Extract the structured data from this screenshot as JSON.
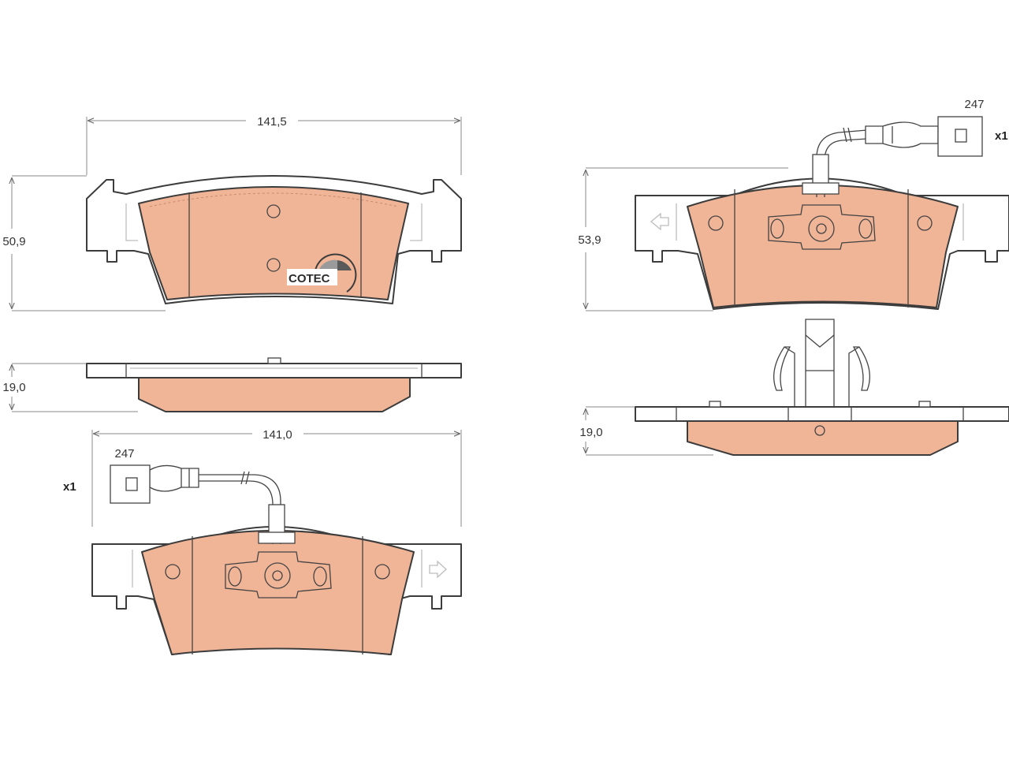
{
  "dimensions": {
    "top_left_width": "141,5",
    "top_left_height": "50,9",
    "top_left_thickness": "19,0",
    "bottom_left_width": "141,0",
    "top_right_height": "53,9",
    "top_right_thickness": "19,0",
    "sensor_left_length": "247",
    "sensor_right_length": "247"
  },
  "quantities": {
    "sensor_left_qty": "x1",
    "sensor_right_qty": "x1"
  },
  "logo": {
    "text": "COTEC"
  },
  "colors": {
    "friction_material": "#f0b497",
    "outline": "#3c3c3c",
    "dimension_line": "#8a8a8a"
  },
  "icons": [
    "arrow-left-icon",
    "arrow-right-icon",
    "cotec-logo-icon"
  ]
}
